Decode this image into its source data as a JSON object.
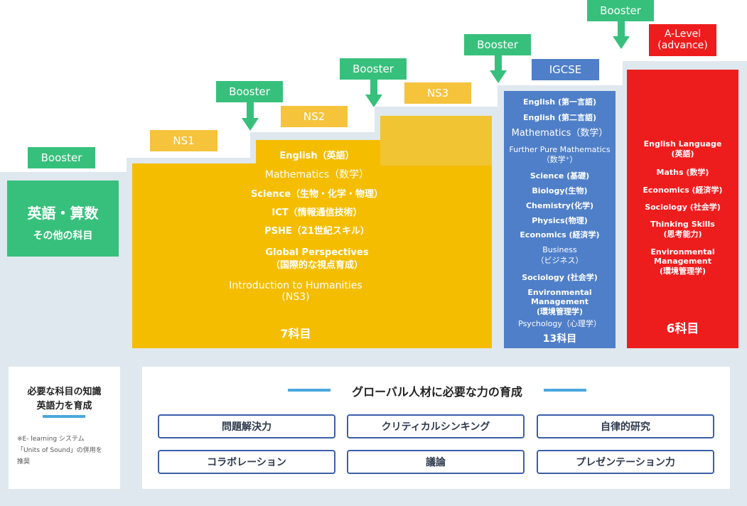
{
  "boosters": {
    "b0": "Booster",
    "b1": "Booster",
    "b2": "Booster",
    "b3": "Booster",
    "b4": "Booster"
  },
  "ns_tags": {
    "ns1": "NS1",
    "ns2": "NS2",
    "ns3": "NS3"
  },
  "igcse_tag": "IGCSE",
  "alevel_tag": {
    "line1": "A-Level",
    "line2": "(advance)"
  },
  "green_box": {
    "title": "英語・算数",
    "subtitle": "その他の科目"
  },
  "yellow_pillar": {
    "items": [
      "English（英語）",
      "Mathematics（数学）",
      "Science（生物・化学・物理）",
      "ICT（情報通信技術）",
      "PSHE（21世紀スキル）",
      "Global Perspectives",
      "（国際的な視点育成）",
      "Introduction to Humanities",
      "(NS3)"
    ],
    "count": "7科目"
  },
  "blue_pillar": {
    "items": [
      "English (第一言語)",
      "English (第二言語)",
      "Mathematics（数学）",
      "Further Pure Mathematics",
      "（数学⁺）",
      "Science (基礎)",
      "Biology(生物)",
      "Chemistry(化学)",
      "Physics(物理)",
      "Economics (経済学)",
      "Business",
      "（ビジネス）",
      "Sociology (社会学)",
      "Environmental",
      "Management",
      "(環境管理学)",
      "Psychology（心理学）"
    ],
    "count": "13科目"
  },
  "red_pillar": {
    "items": [
      "English Language",
      "(英語)",
      "Maths (数学)",
      "Economics (経済学)",
      "Sociology (社会学)",
      "Thinking Skills",
      "(思考能力)",
      "Environmental",
      "Management",
      "(環境管理学)"
    ],
    "count": "6科目"
  },
  "left_panel": {
    "heading1": "必要な科目の知識",
    "heading2": "英語力を育成",
    "note1": "※E- learning システム",
    "note2": "「Units of Sound」の併用を",
    "note3": "推奨"
  },
  "right_panel": {
    "heading": "グローバル人材に必要な力の育成",
    "skills": [
      "問題解決力",
      "クリティカルシンキング",
      "自律的研究",
      "コラボレーション",
      "議論",
      "プレゼンテーション力"
    ]
  },
  "colors": {
    "green": "#37c07c",
    "yellow": "#f5bd00",
    "blue": "#4f7fc8",
    "red": "#ee1d1d",
    "stair": "#dfe8ee",
    "navy": "#3c5fa8"
  }
}
